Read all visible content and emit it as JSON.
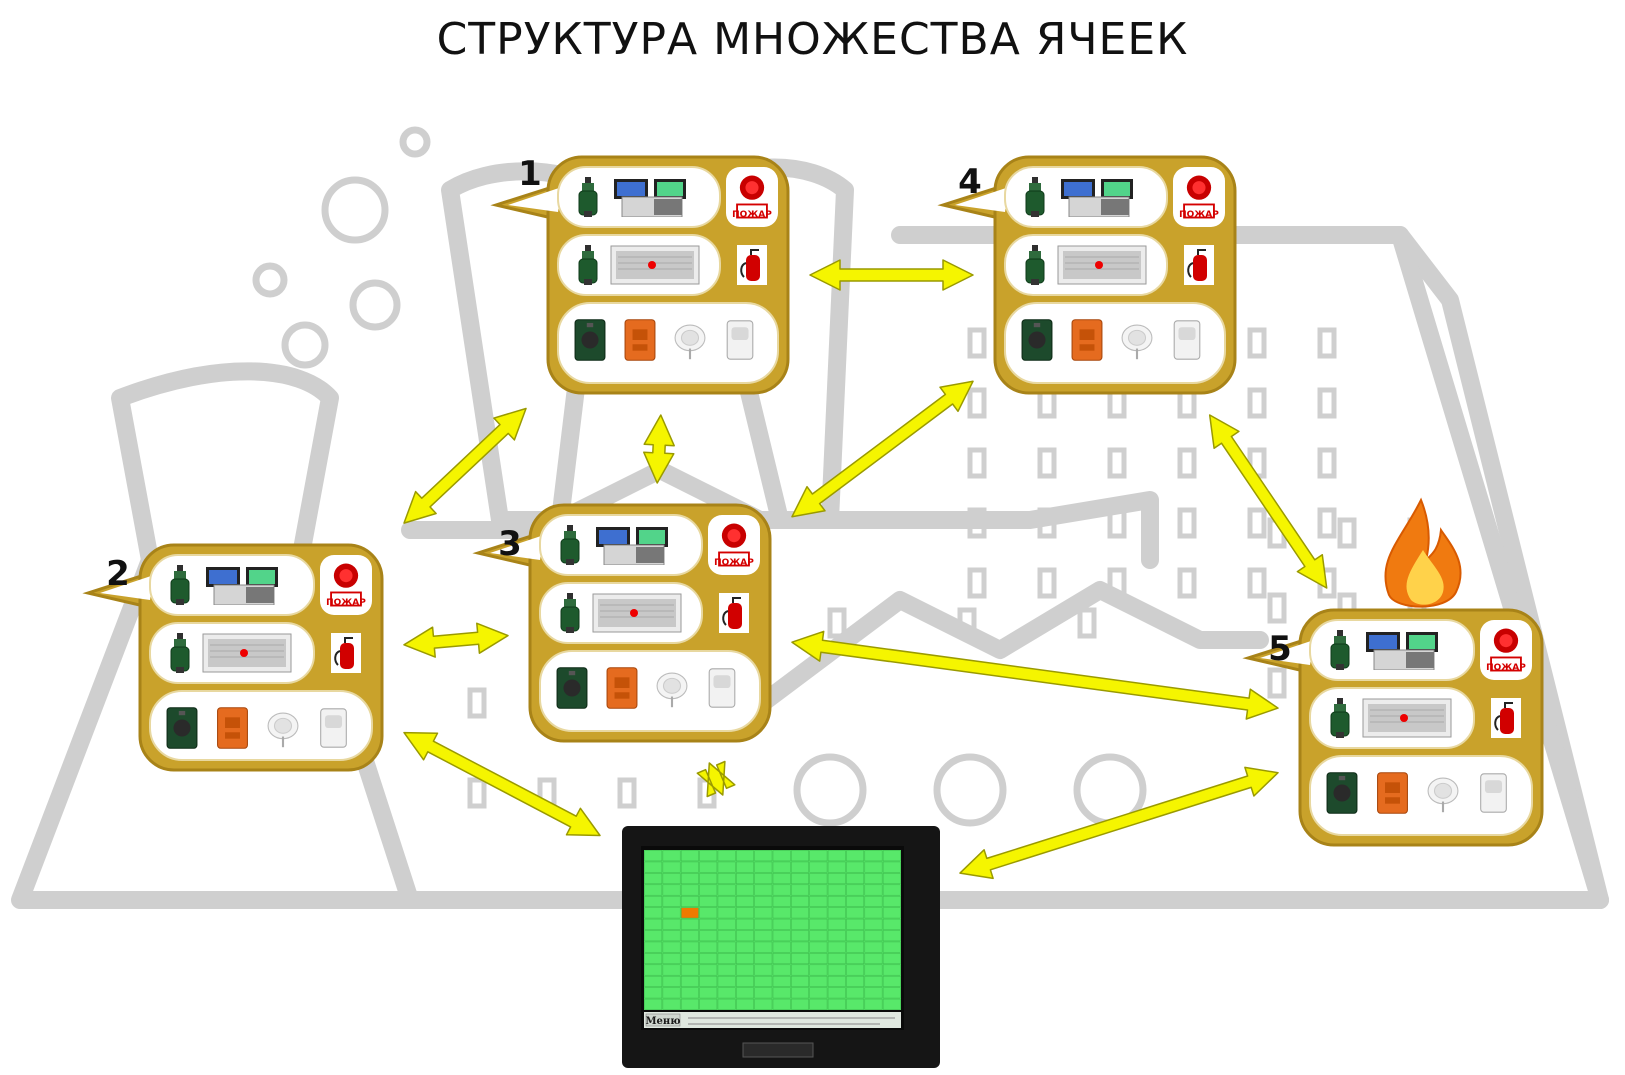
{
  "title": "СТРУКТУРА МНОЖЕСТВА ЯЧЕЕК",
  "colors": {
    "cell_frame": "#c9a22b",
    "cell_frame_dark": "#a88318",
    "arrow": "#f5f500",
    "arrow_stroke": "#9a9a00",
    "background_lines": "#cfcfcf",
    "screen_bezel": "#151515",
    "grid_green": "#58e86a",
    "alert_cell": "#f07a00"
  },
  "cells": [
    {
      "id": "1",
      "label": "1",
      "badge": "ПОЖАР",
      "fire": false
    },
    {
      "id": "2",
      "label": "2",
      "badge": "ПОЖАР",
      "fire": false
    },
    {
      "id": "3",
      "label": "3",
      "badge": "ПОЖАР",
      "fire": false
    },
    {
      "id": "4",
      "label": "4",
      "badge": "ПОЖАР",
      "fire": false
    },
    {
      "id": "5",
      "label": "5",
      "badge": "ПОЖАР",
      "fire": true
    }
  ],
  "connections": [
    {
      "from": "1",
      "to": "4"
    },
    {
      "from": "1",
      "to": "2"
    },
    {
      "from": "1",
      "to": "3"
    },
    {
      "from": "2",
      "to": "3"
    },
    {
      "from": "3",
      "to": "4"
    },
    {
      "from": "4",
      "to": "5"
    },
    {
      "from": "3",
      "to": "5"
    },
    {
      "from": "3",
      "to": "monitor"
    },
    {
      "from": "2",
      "to": "monitor"
    },
    {
      "from": "5",
      "to": "monitor"
    }
  ],
  "monitor": {
    "menu_label": "Меню",
    "grid_rows": 14,
    "grid_cols": 14,
    "alert_cell": {
      "row": 5,
      "col": 2
    }
  },
  "icons": [
    "gas-detector-icon",
    "control-panel-icon",
    "siren-icon",
    "extinguisher-icon",
    "junction-box-icon",
    "call-point-icon",
    "smoke-detector-icon",
    "motion-sensor-icon",
    "fire-icon"
  ]
}
